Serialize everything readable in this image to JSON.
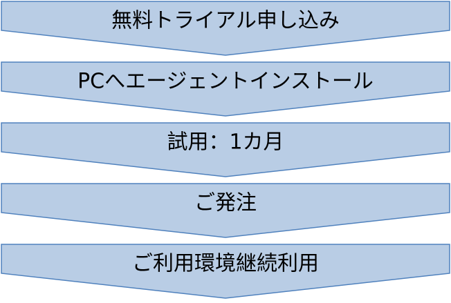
{
  "steps": [
    {
      "label": "無料トライアル申し込み"
    },
    {
      "label": "PCへエージェントインストール"
    },
    {
      "label": "試用：1カ月"
    },
    {
      "label": "ご発注"
    },
    {
      "label": "ご利用環境継続利用"
    }
  ],
  "colors": {
    "fill": "#b9cde5",
    "stroke": "#4f81bd",
    "text": "#000000"
  }
}
